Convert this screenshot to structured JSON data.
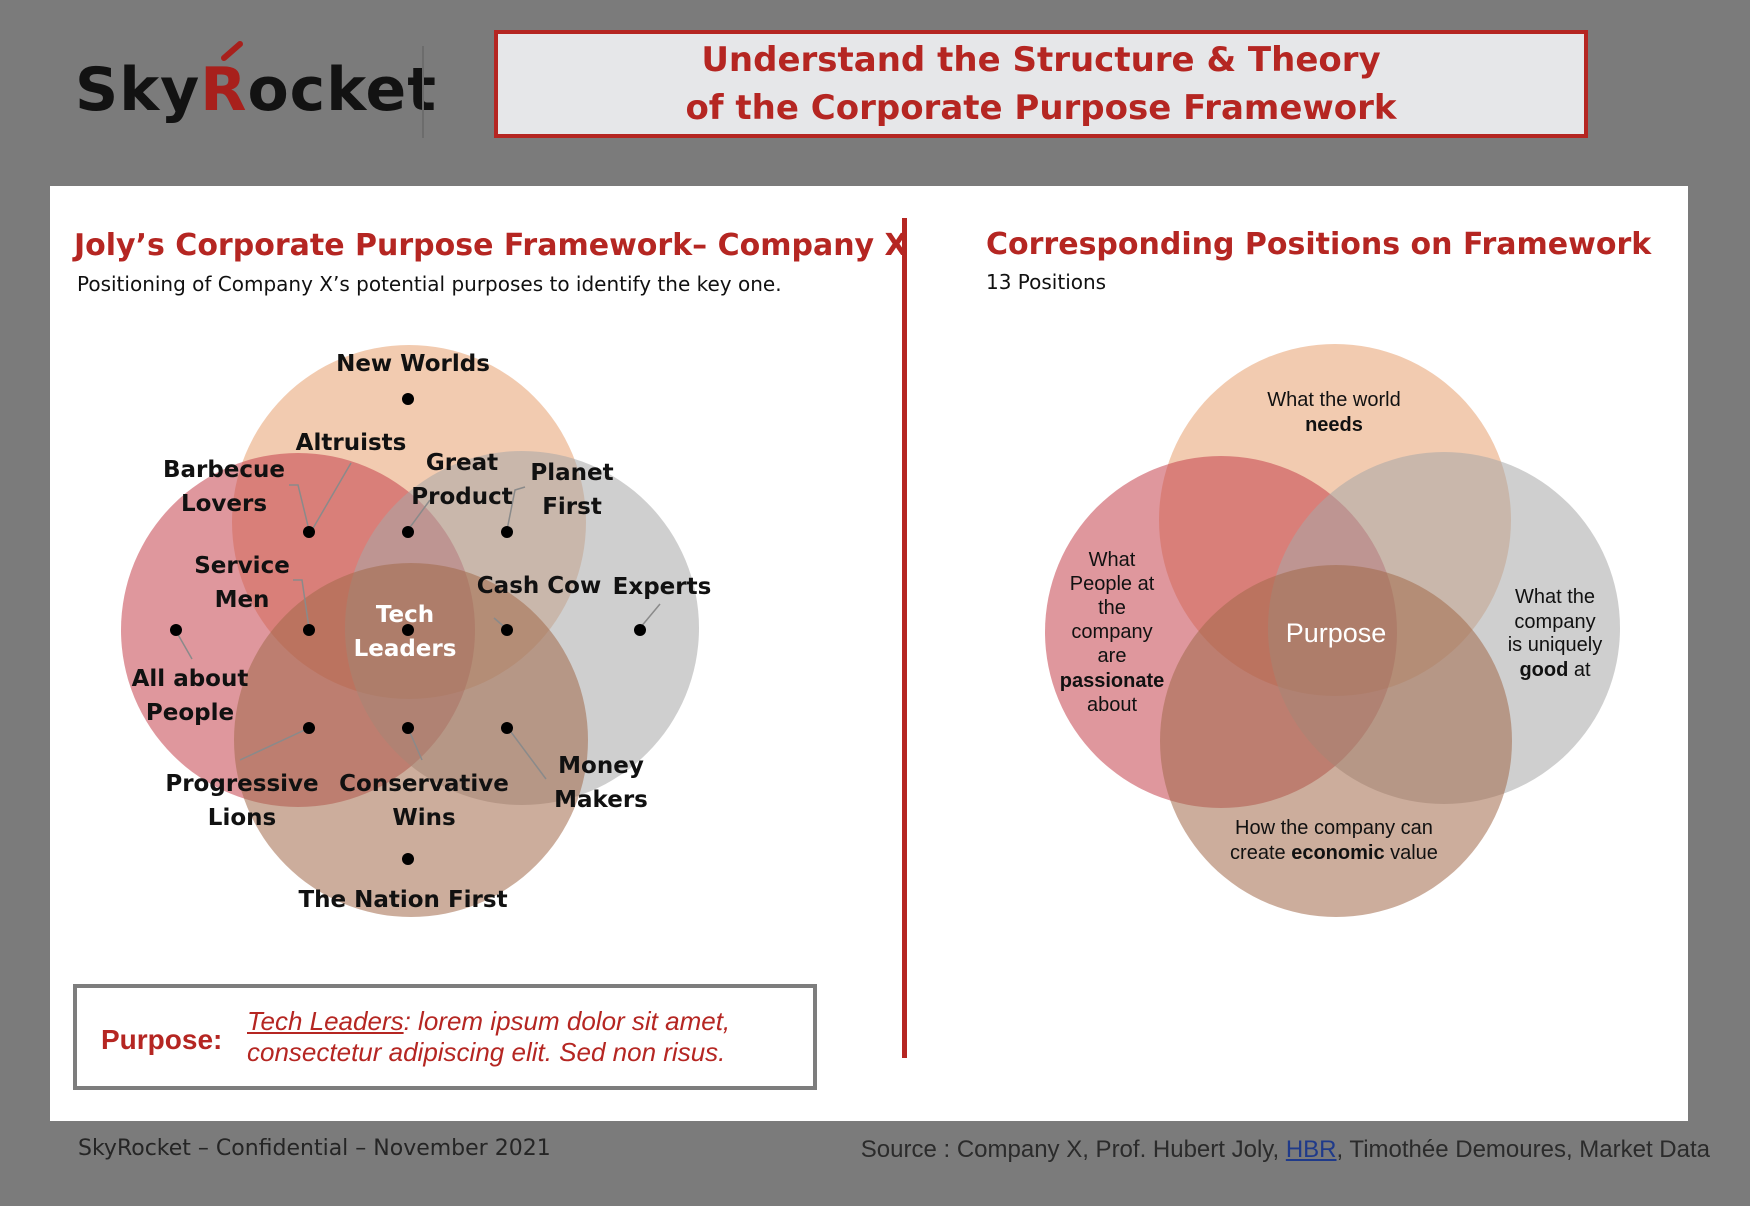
{
  "header": {
    "logo_prefix": "Sky",
    "logo_r": "R",
    "logo_suffix": "ocket",
    "title_line1": "Understand the Structure & Theory",
    "title_line2": "of the Corporate Purpose Framework"
  },
  "left": {
    "heading": "Joly’s Corporate Purpose Framework– Company X",
    "subheading": "Positioning of Company X’s potential purposes to identify the key one.",
    "labels": {
      "new_worlds": "New Worlds",
      "altruists": "Altruists",
      "barbecue_1": "Barbecue",
      "barbecue_2": "Lovers",
      "great_1": "Great",
      "great_2": "Product",
      "planet_1": "Planet",
      "planet_2": "First",
      "service_1": "Service",
      "service_2": "Men",
      "tech_1": "Tech",
      "tech_2": "Leaders",
      "cash_cow": "Cash Cow",
      "experts": "Experts",
      "people_1": "All about",
      "people_2": "People",
      "money_1": "Money",
      "money_2": "Makers",
      "prog_1": "Progressive",
      "prog_2": "Lions",
      "cons_1": "Conservative",
      "cons_2": "Wins",
      "nation": "The Nation First"
    }
  },
  "purpose_box": {
    "label": "Purpose:",
    "link_text": "Tech Leaders",
    "text_rest": ": lorem ipsum dolor sit amet,",
    "text_line2": "consectetur adipiscing elit. Sed non risus."
  },
  "right": {
    "heading": "Corresponding Positions on Framework",
    "subheading": "13 Positions",
    "needs_1": "What the world",
    "needs_2": "needs",
    "pass_1": "What",
    "pass_2": "People at",
    "pass_3": "the",
    "pass_4": "company",
    "pass_5": "are",
    "pass_6": "passionate",
    "pass_7": "about",
    "good_1": "What the",
    "good_2": "company",
    "good_3": "is uniquely",
    "good_4": "good",
    "good_5": " at",
    "econ_1": "How the company can",
    "econ_2a": "create ",
    "econ_2b": "economic",
    "econ_2c": " value",
    "center": "Purpose"
  },
  "footer": {
    "left": "SkyRocket – Confidential – November 2021",
    "right_a": "Source : Company X, Prof. Hubert Joly, ",
    "right_hbr": "HBR",
    "right_b": ", Timothée Demoures, Market Data"
  },
  "colors": {
    "brand_red": "#b52622",
    "circle_top": "#e9a87c",
    "circle_left": "#c4414c",
    "circle_right": "#a8a8a8",
    "circle_bottom": "#a2694a"
  }
}
